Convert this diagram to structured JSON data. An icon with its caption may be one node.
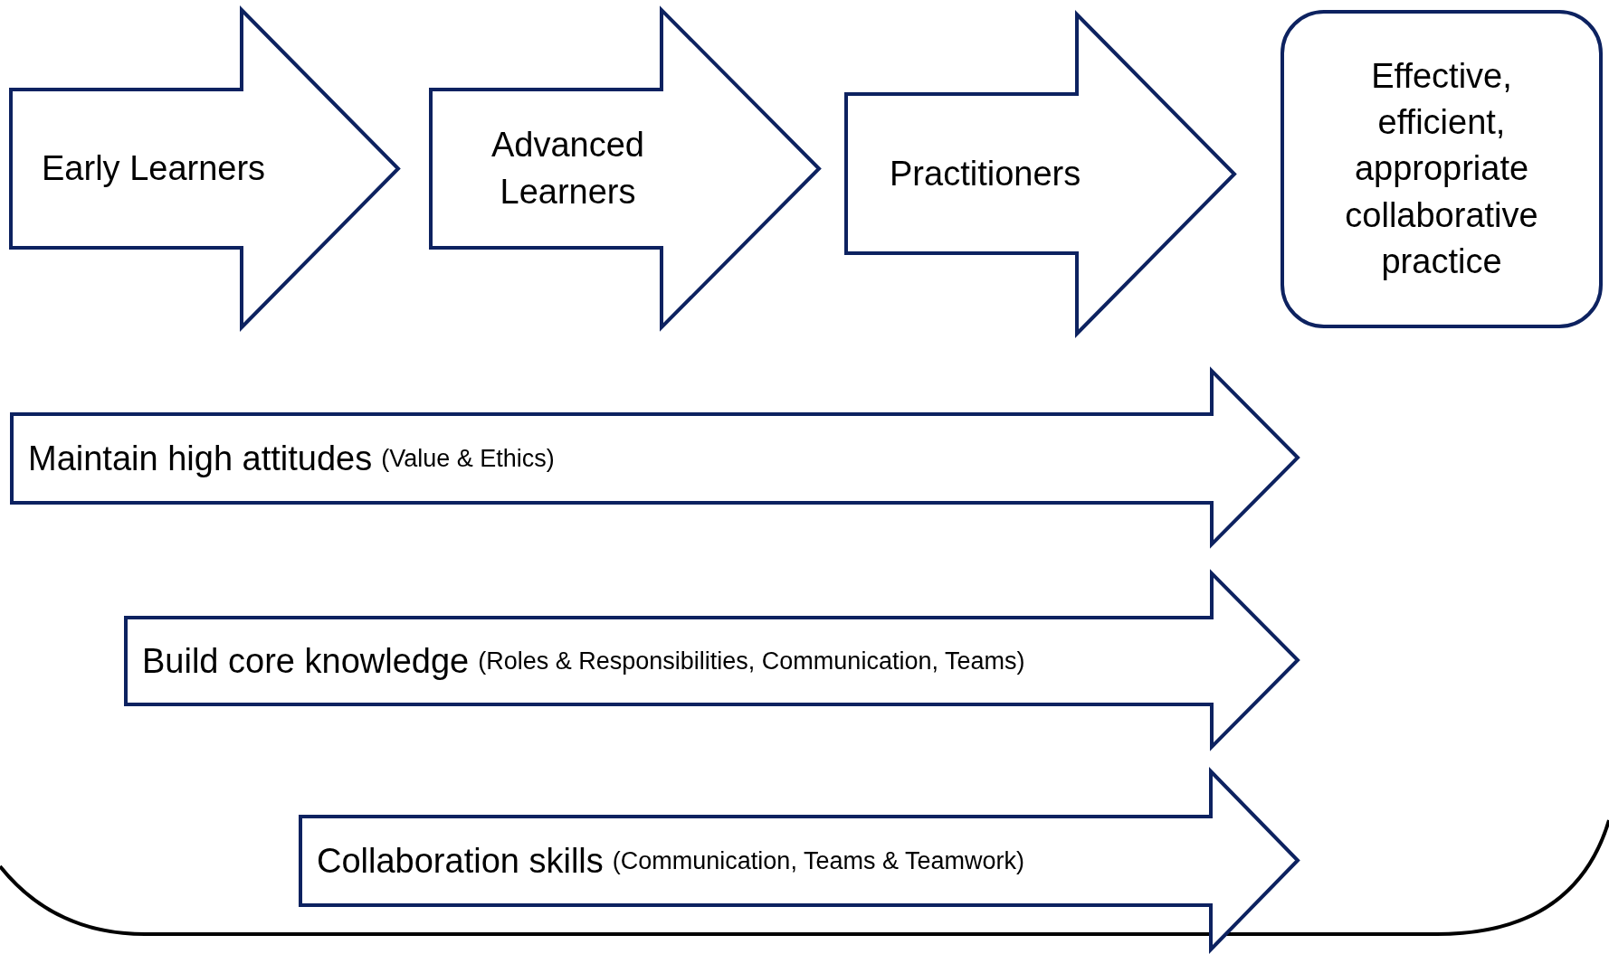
{
  "diagram": {
    "nodes": [
      {
        "text": [
          "Early Learners"
        ]
      },
      {
        "text": [
          "Advanced Learners"
        ]
      },
      {
        "text": [
          "Practitioners"
        ]
      },
      {
        "text": [
          "Effective, efficient, appropriate collaborative practice"
        ]
      },
      {
        "text": [
          "Maintain high attitudes",
          "(Value & Ethics)"
        ]
      },
      {
        "text": [
          "Build core knowledge",
          "(Roles & Responsibilities, Communication, Teams)"
        ]
      },
      {
        "text": [
          "Collaboration skills",
          "(Communication, Teams & Teamwork)"
        ]
      }
    ]
  }
}
